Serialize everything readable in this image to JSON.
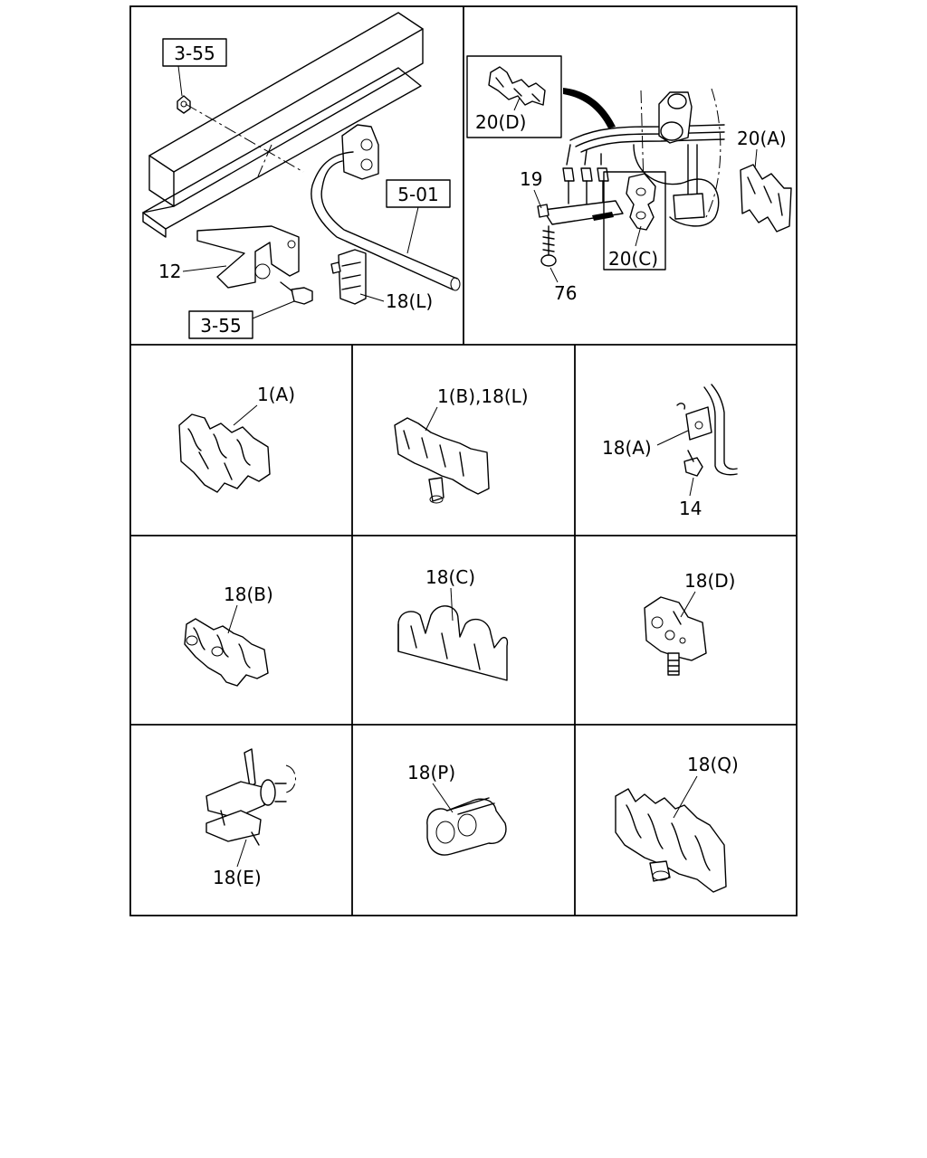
{
  "callouts": {
    "ref_3_55_top": "3-55",
    "ref_5_01": "5-01",
    "ref_3_55_bottom": "3-55",
    "part_12": "12",
    "part_18L_main": "18(L)",
    "part_20D": "20(D)",
    "part_20A": "20(A)",
    "part_19": "19",
    "part_20C": "20(C)",
    "part_76": "76"
  },
  "cells": [
    {
      "label": "1(A)"
    },
    {
      "label": "1(B),18(L)"
    },
    {
      "label": "18(A)",
      "sub_label": "14"
    },
    {
      "label": "18(B)"
    },
    {
      "label": "18(C)"
    },
    {
      "label": "18(D)"
    },
    {
      "label": "18(E)"
    },
    {
      "label": "18(P)"
    },
    {
      "label": "18(Q)"
    }
  ]
}
